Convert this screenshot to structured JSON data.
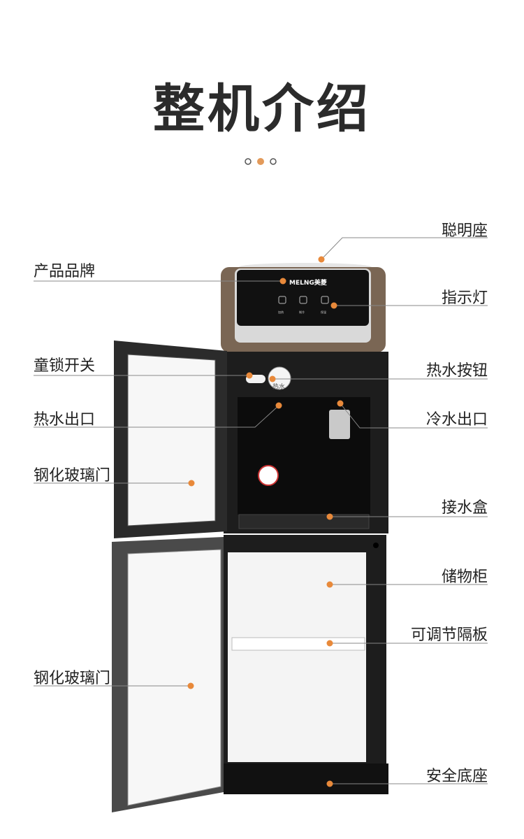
{
  "title": "整机介绍",
  "pager": {
    "count": 3,
    "active": 1
  },
  "product": {
    "brand": "MELNG美菱",
    "panel_labels": [
      "加热",
      "制冷",
      "保温"
    ],
    "hot_button_text": "热水"
  },
  "labels": {
    "smart_seat": "聪明座",
    "brand": "产品品牌",
    "indicator": "指示灯",
    "child_lock": "童锁开关",
    "hot_button": "热水按钮",
    "hot_outlet": "热水出口",
    "cold_outlet": "冷水出口",
    "glass_door_upper": "钢化玻璃门",
    "drip_tray": "接水盒",
    "storage": "储物柜",
    "shelf": "可调节隔板",
    "glass_door_lower": "钢化玻璃门",
    "base": "安全底座"
  },
  "colors": {
    "accent": "#e8893a",
    "line": "#888888"
  }
}
